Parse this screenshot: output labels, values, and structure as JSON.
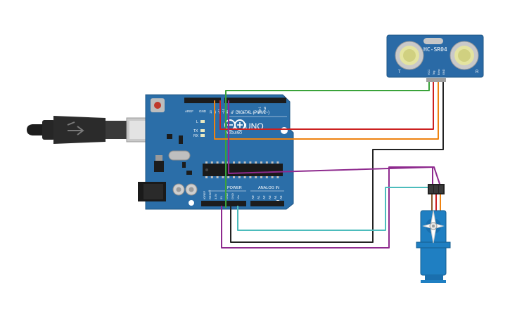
{
  "arduino": {
    "brand": "ARDUINO",
    "model": "UNO",
    "digital_label": "DIGITAL (PWM ~)",
    "power_label": "POWER",
    "analog_label": "ANALOG IN",
    "aref": "AREF",
    "gnd": "GND",
    "l_led": "L",
    "tx": "TX",
    "rx": "RX",
    "digital_pins": [
      "13",
      "12",
      "~11",
      "~10",
      "~9",
      "8",
      "7",
      "~6",
      "~5",
      "4",
      "~3",
      "2",
      "TX▸1",
      "RX◂0"
    ],
    "power_pins": [
      "IOREF",
      "RESET",
      "3.3V",
      "5V",
      "GND",
      "GND",
      "Vin"
    ],
    "analog_pins": [
      "A0",
      "A1",
      "A2",
      "A3",
      "A4",
      "A5"
    ]
  },
  "sensor": {
    "label": "HC-SR04",
    "pins": [
      "VCC",
      "Trig",
      "Echo",
      "GND"
    ],
    "corner_left": "T",
    "corner_right": "R"
  },
  "colors": {
    "board": "#2b6ea8",
    "wire_green": "#3aa33a",
    "wire_red": "#cc2020",
    "wire_orange": "#ee8311",
    "wire_black": "#222222",
    "wire_purple": "#8e2a8e",
    "wire_teal": "#4cbcbc",
    "servo_blue": "#1f7fc2"
  }
}
